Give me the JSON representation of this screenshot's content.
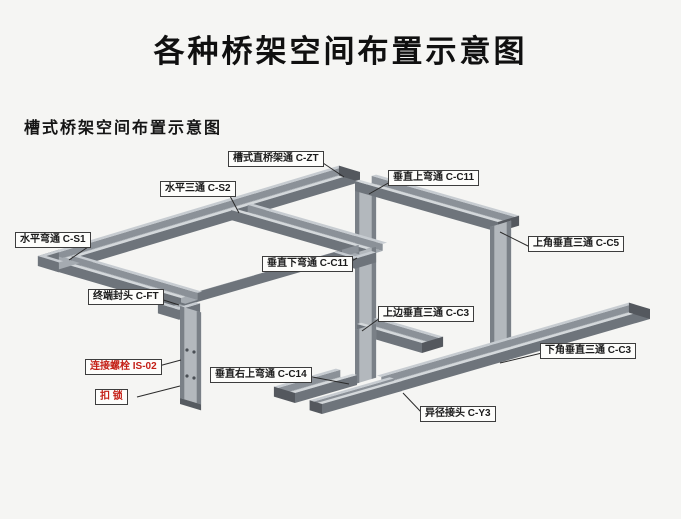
{
  "page": {
    "title": "各种桥架空间布置示意图",
    "subtitle": "槽式桥架空间布置示意图",
    "background": "#f5f5f3"
  },
  "diagram": {
    "labels": [
      {
        "id": "zt",
        "text": "槽式直桥架通 C-ZT",
        "color": "#1b1b1b"
      },
      {
        "id": "s2",
        "text": "水平三通 C-S2",
        "color": "#1b1b1b"
      },
      {
        "id": "c11up",
        "text": "垂直上弯通 C-C11",
        "color": "#1b1b1b"
      },
      {
        "id": "s1",
        "text": "水平弯通 C-S1",
        "color": "#1b1b1b"
      },
      {
        "id": "c11dn",
        "text": "垂直下弯通 C-C11",
        "color": "#1b1b1b"
      },
      {
        "id": "c5",
        "text": "上角垂直三通 C-C5",
        "color": "#1b1b1b"
      },
      {
        "id": "ft",
        "text": "终端封头 C-FT",
        "color": "#1b1b1b"
      },
      {
        "id": "c3up",
        "text": "上边垂直三通 C-C3",
        "color": "#1b1b1b"
      },
      {
        "id": "is02",
        "text": "连接螺栓 IS-02",
        "color": "#c42017"
      },
      {
        "id": "c14",
        "text": "垂直右上弯通 C-C14",
        "color": "#1b1b1b"
      },
      {
        "id": "c3dn",
        "text": "下角垂直三通 C-C3",
        "color": "#1b1b1b"
      },
      {
        "id": "lock",
        "text": "扣  锁",
        "color": "#c42017"
      },
      {
        "id": "y3",
        "text": "异径接头 C-Y3",
        "color": "#1b1b1b"
      }
    ],
    "palette": {
      "farIn": "#8b9198",
      "farTop": "#c7ccd1",
      "floor": "#a5abb1",
      "nearOut": "#6e747b",
      "nearTop": "#d4d8db",
      "end": "#54585e",
      "vFace": "#b3b8bd",
      "vRail": "#7a8087",
      "vEnd": "#565b61",
      "capTop": "#c7ccd1",
      "capFace": "#6e747b",
      "bolt": "#4a4f55",
      "leader": "#2a2a2a"
    }
  }
}
